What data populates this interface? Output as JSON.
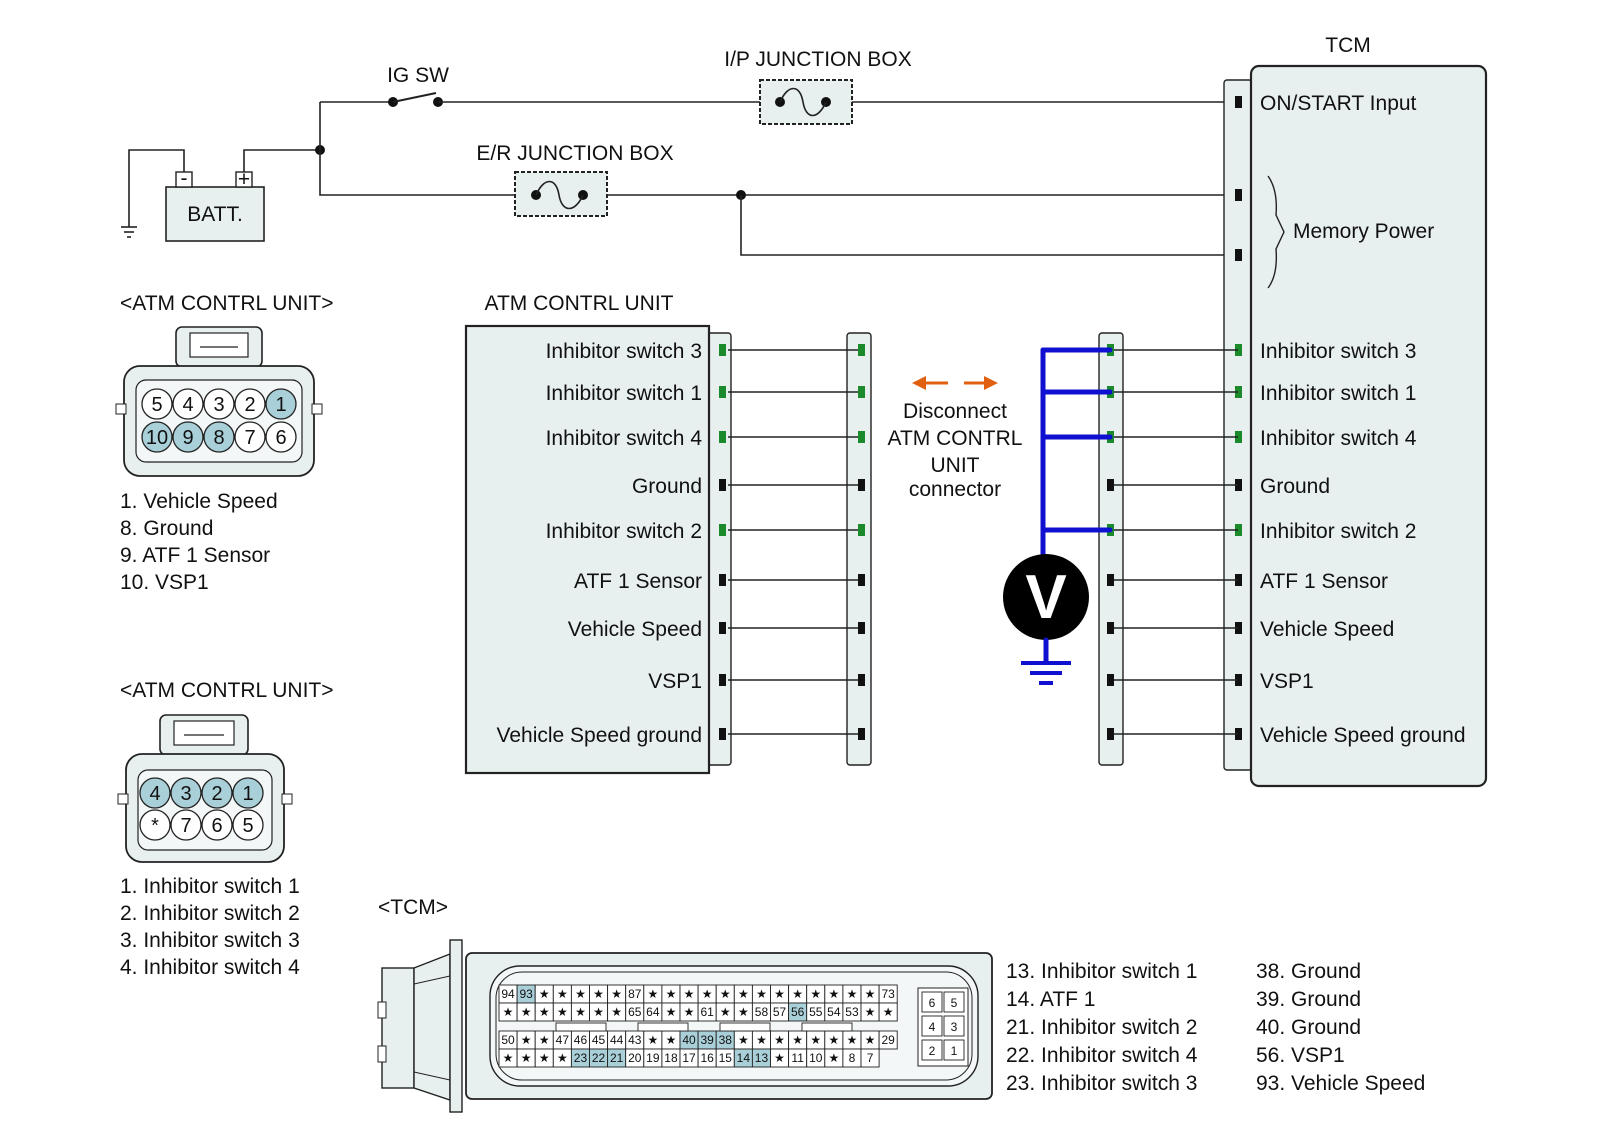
{
  "colors": {
    "inhibitor_text": "#1a8a2a",
    "probe_wire": "#1010d0",
    "arrow": "#e06010",
    "pin_highlight": "#a9cfd8",
    "panel": "#e8efef"
  },
  "icons": {
    "ground": "ground-icon",
    "fuse": "fuse-icon",
    "voltmeter": "voltmeter-icon",
    "arrows": "double-arrow-icon",
    "switch": "switch-icon"
  },
  "power": {
    "ig_sw": "IG SW",
    "ip_jbox": "I/P JUNCTION BOX",
    "er_jbox": "E/R JUNCTION BOX",
    "batt": "BATT.",
    "batt_minus": "-",
    "batt_plus": "+"
  },
  "tcm": {
    "title": "TCM",
    "on_start": "ON/START Input",
    "memory_power": "Memory Power",
    "pins": [
      {
        "label": "Inhibitor switch 3",
        "inhibitor": true
      },
      {
        "label": "Inhibitor switch 1",
        "inhibitor": true
      },
      {
        "label": "Inhibitor switch 4",
        "inhibitor": true
      },
      {
        "label": "Ground",
        "inhibitor": false
      },
      {
        "label": "Inhibitor switch 2",
        "inhibitor": true
      },
      {
        "label": "ATF 1 Sensor",
        "inhibitor": false
      },
      {
        "label": "Vehicle Speed",
        "inhibitor": false
      },
      {
        "label": "VSP1",
        "inhibitor": false
      },
      {
        "label": "Vehicle Speed ground",
        "inhibitor": false
      }
    ]
  },
  "atm_unit": {
    "title": "ATM CONTRL UNIT",
    "pins": [
      {
        "label": "Inhibitor switch 3",
        "inhibitor": true
      },
      {
        "label": "Inhibitor switch 1",
        "inhibitor": true
      },
      {
        "label": "Inhibitor switch 4",
        "inhibitor": true
      },
      {
        "label": "Ground",
        "inhibitor": false
      },
      {
        "label": "Inhibitor switch 2",
        "inhibitor": true
      },
      {
        "label": "ATF 1 Sensor",
        "inhibitor": false
      },
      {
        "label": "Vehicle Speed",
        "inhibitor": false
      },
      {
        "label": "VSP1",
        "inhibitor": false
      },
      {
        "label": "Vehicle Speed ground",
        "inhibitor": false
      }
    ]
  },
  "disconnect": {
    "line1": "Disconnect",
    "line2": "ATM CONTRL",
    "line3": "UNIT",
    "line4": "connector"
  },
  "voltmeter": "V",
  "connector1": {
    "title": "<ATM CONTRL UNIT>",
    "top_row": [
      {
        "n": "5",
        "hl": false
      },
      {
        "n": "4",
        "hl": false
      },
      {
        "n": "3",
        "hl": false
      },
      {
        "n": "2",
        "hl": false
      },
      {
        "n": "1",
        "hl": true
      }
    ],
    "bottom_row": [
      {
        "n": "10",
        "hl": true
      },
      {
        "n": "9",
        "hl": true
      },
      {
        "n": "8",
        "hl": true
      },
      {
        "n": "7",
        "hl": false
      },
      {
        "n": "6",
        "hl": false
      }
    ],
    "legend": [
      "1. Vehicle Speed",
      "8. Ground",
      "9. ATF 1 Sensor",
      "10. VSP1"
    ]
  },
  "connector2": {
    "title": "<ATM CONTRL UNIT>",
    "top_row": [
      {
        "n": "4",
        "hl": true
      },
      {
        "n": "3",
        "hl": true
      },
      {
        "n": "2",
        "hl": true
      },
      {
        "n": "1",
        "hl": true
      }
    ],
    "bottom_row": [
      {
        "n": "*",
        "hl": false
      },
      {
        "n": "7",
        "hl": false
      },
      {
        "n": "6",
        "hl": false
      },
      {
        "n": "5",
        "hl": false
      }
    ],
    "legend": [
      "1. Inhibitor switch 1",
      "2. Inhibitor switch 2",
      "3. Inhibitor switch 3",
      "4. Inhibitor switch 4"
    ]
  },
  "tcm_connector": {
    "title": "<TCM>",
    "row1": [
      "94",
      "93",
      "★",
      "★",
      "★",
      "★",
      "★",
      "87",
      "★",
      "★",
      "★",
      "★",
      "★",
      "★",
      "★",
      "★",
      "★",
      "★",
      "★",
      "★",
      "★",
      "73"
    ],
    "row2": [
      "★",
      "★",
      "★",
      "★",
      "★",
      "★",
      "★",
      "65",
      "64",
      "★",
      "★",
      "61",
      "★",
      "★",
      "58",
      "57",
      "56",
      "55",
      "54",
      "53",
      "★",
      "★"
    ],
    "row3": [
      "50",
      "★",
      "★",
      "47",
      "46",
      "45",
      "44",
      "43",
      "★",
      "★",
      "40",
      "39",
      "38",
      "★",
      "★",
      "★",
      "★",
      "★",
      "★",
      "★",
      "★",
      "29"
    ],
    "row4": [
      "★",
      "★",
      "★",
      "★",
      "23",
      "22",
      "21",
      "20",
      "19",
      "18",
      "17",
      "16",
      "15",
      "14",
      "13",
      "★",
      "11",
      "10",
      "★",
      "8",
      "7"
    ],
    "highlight": [
      "93",
      "56",
      "40",
      "39",
      "38",
      "23",
      "22",
      "21",
      "14",
      "13"
    ],
    "side_pins": [
      [
        "6",
        "5"
      ],
      [
        "4",
        "3"
      ],
      [
        "2",
        "1"
      ]
    ],
    "legend_left": [
      {
        "text": "13. Inhibitor switch 1",
        "inhibitor": true
      },
      {
        "text": "14. ATF 1",
        "inhibitor": false
      },
      {
        "text": "21. Inhibitor switch 2",
        "inhibitor": true
      },
      {
        "text": "22. Inhibitor switch 4",
        "inhibitor": true
      },
      {
        "text": "23. Inhibitor switch 3",
        "inhibitor": true
      }
    ],
    "legend_right": [
      "38. Ground",
      "39. Ground",
      "40. Ground",
      "56. VSP1",
      "93. Vehicle Speed"
    ]
  }
}
